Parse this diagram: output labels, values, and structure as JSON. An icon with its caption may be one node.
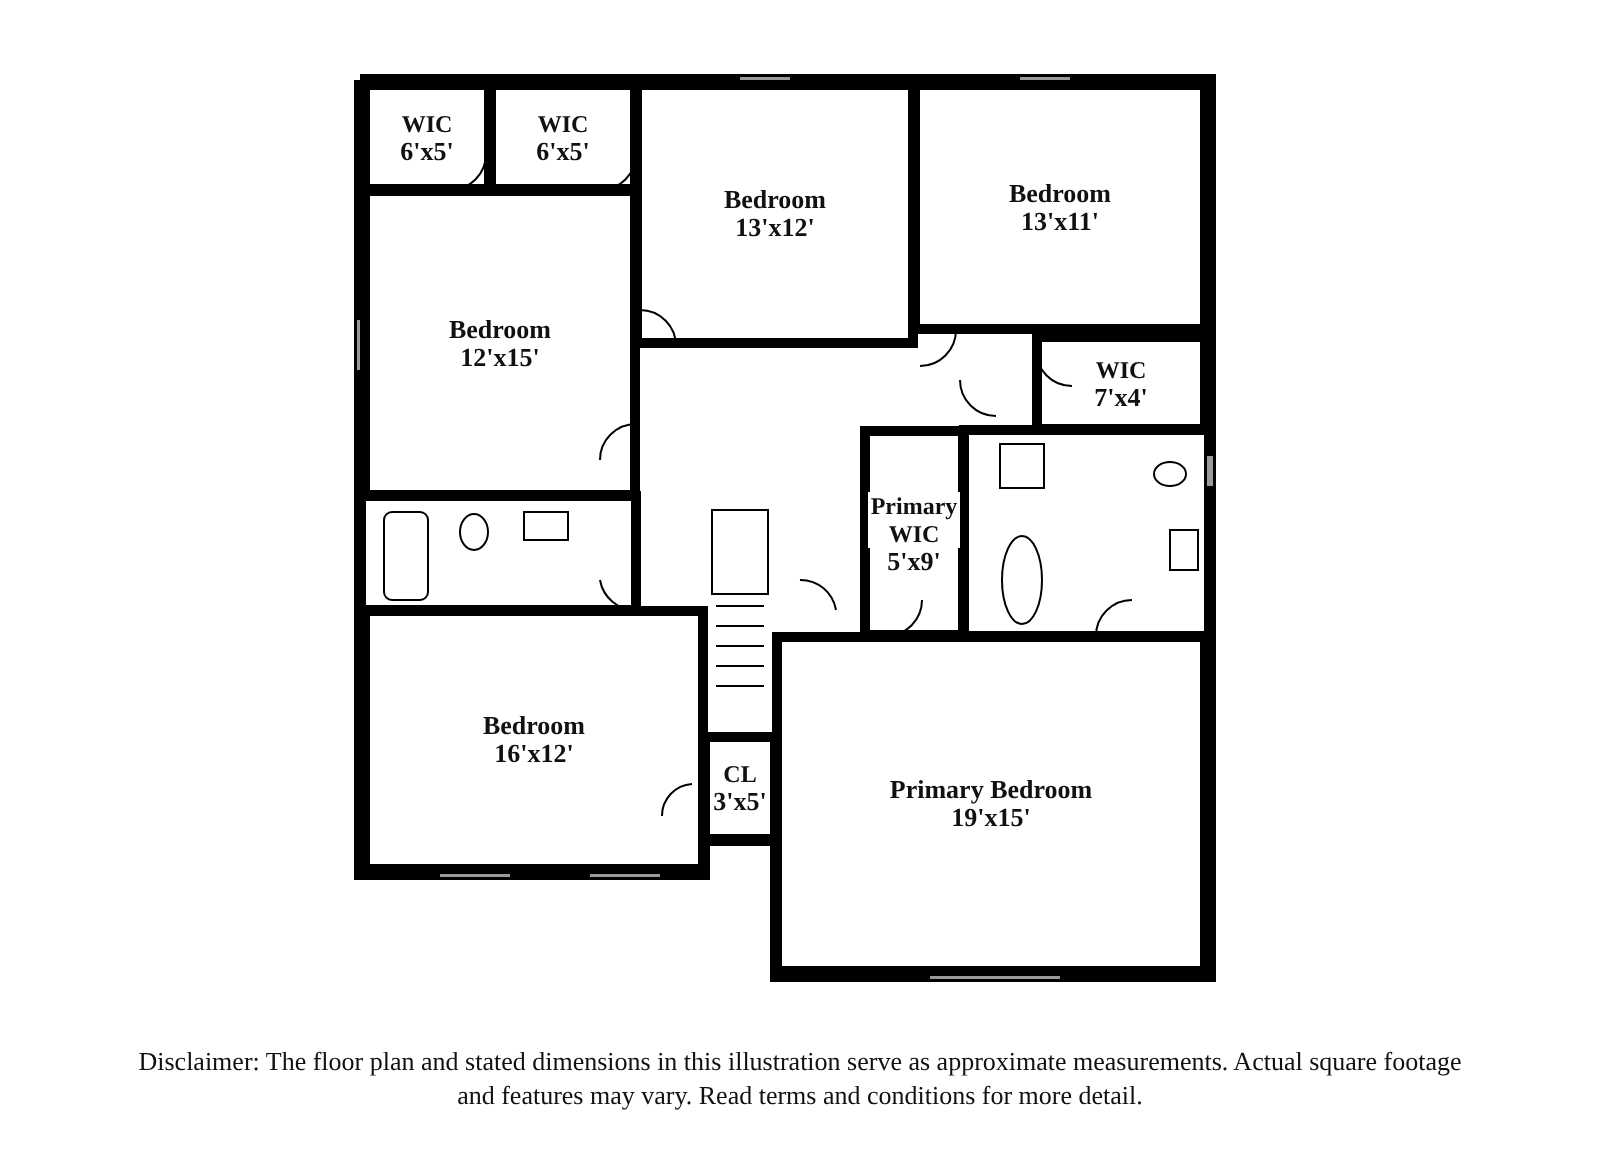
{
  "diagram": {
    "caption": "Disclaimer: The floor plan and stated dimensions in this illustration serve as approximate measurements. Actual square footage and features may vary. Read terms and conditions for more detail.",
    "nodes": [
      {
        "text": [
          "WIC",
          "6'x5'"
        ]
      },
      {
        "text": [
          "WIC",
          "6'x5'"
        ]
      },
      {
        "text": [
          "Bedroom",
          "13'x12'"
        ]
      },
      {
        "text": [
          "Bedroom",
          "13'x11'"
        ]
      },
      {
        "text": [
          "Bedroom",
          "12'x15'"
        ]
      },
      {
        "text": [
          "WIC",
          "7'x4'"
        ]
      },
      {
        "text": [
          "Primary WIC",
          "5'x9'"
        ]
      },
      {
        "text": [
          "Bedroom",
          "16'x12'"
        ]
      },
      {
        "text": [
          "CL",
          "3'x5'"
        ]
      },
      {
        "text": [
          "Primary Bedroom",
          "19'x15'"
        ]
      }
    ]
  }
}
